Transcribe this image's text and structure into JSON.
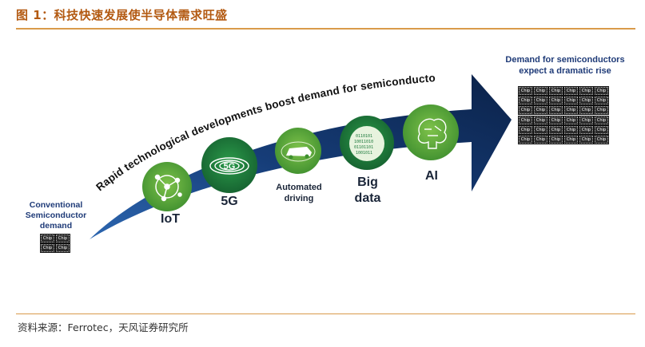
{
  "header": {
    "title": "图 1：科技快速发展使半导体需求旺盛"
  },
  "footer": {
    "source": "资料来源：Ferrotec，天风证券研究所"
  },
  "diagram": {
    "arrow_text": "Rapid technological developments boost demand for semiconductors",
    "left_label": "Conventional Semiconductor demand",
    "right_label_line1": "Demand for semiconductors",
    "right_label_line2": "expect a dramatic rise",
    "chip_label": "Chip",
    "nodes": [
      {
        "label": "IoT",
        "icon": "network-icon"
      },
      {
        "label": "5G",
        "icon": "signal-5g-icon"
      },
      {
        "label_line1": "Automated",
        "label_line2": "driving",
        "icon": "car-icon"
      },
      {
        "label_line1": "Big",
        "label_line2": "data",
        "icon": "binary-globe-icon"
      },
      {
        "label": "AI",
        "icon": "brain-icon"
      }
    ],
    "colors": {
      "arrow_dark": "#0f2a55",
      "arrow_mid": "#1f4f90",
      "node_green": "#6fb83f",
      "node_dark_green": "#1d7a3c",
      "accent": "#d99a4a"
    }
  }
}
